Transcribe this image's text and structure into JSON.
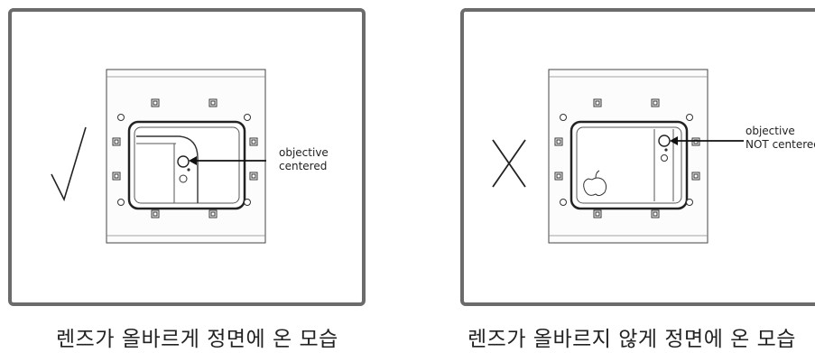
{
  "left_panel": {
    "status_mark": "√",
    "annotation_line1": "objective",
    "annotation_line2": "centered",
    "caption": "렌즈가 올바르게 정면에 온 모습"
  },
  "right_panel": {
    "status_mark": "X",
    "annotation_line1": "objective",
    "annotation_line2": "NOT centered",
    "caption": "렌즈가 올바르지 않게 정면에 온 모습"
  },
  "colors": {
    "panel_border": "#6b6b6b",
    "line": "#333333"
  }
}
